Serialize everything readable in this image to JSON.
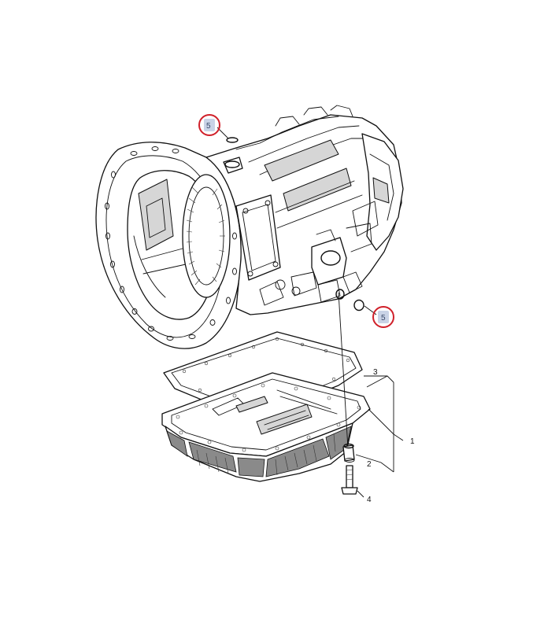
{
  "callouts": [
    {
      "id": "callout-1",
      "label": "1"
    },
    {
      "id": "callout-2",
      "label": "2"
    },
    {
      "id": "callout-3",
      "label": "3"
    },
    {
      "id": "callout-4",
      "label": "4"
    }
  ],
  "highlighted_callouts": [
    {
      "id": "callout-5-upper",
      "label": "5"
    },
    {
      "id": "callout-5-lower",
      "label": "5"
    }
  ],
  "colors": {
    "highlight_ring": "#d0202a",
    "badge_fill": "#c9d3e6",
    "line": "#111111"
  }
}
